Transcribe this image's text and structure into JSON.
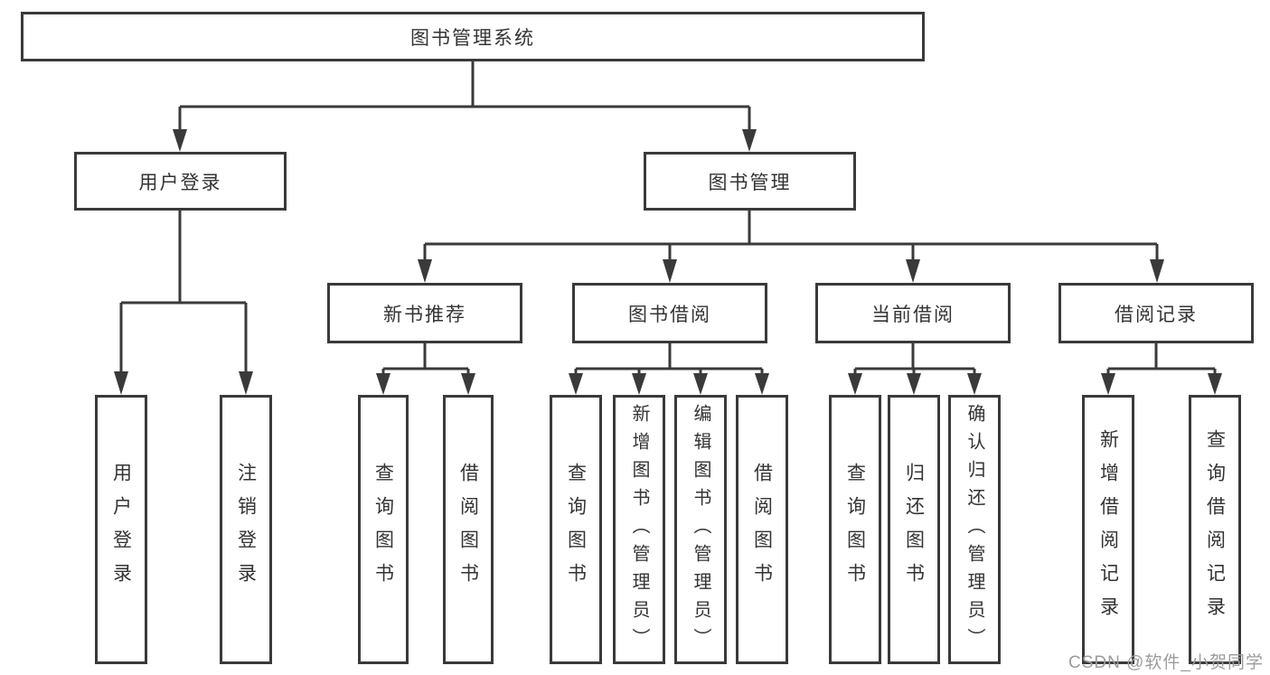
{
  "diagram": {
    "title_root": "图书管理系统",
    "level2": [
      {
        "label": "用户登录"
      },
      {
        "label": "图书管理"
      }
    ],
    "level3": [
      {
        "label": "新书推荐"
      },
      {
        "label": "图书借阅"
      },
      {
        "label": "当前借阅"
      },
      {
        "label": "借阅记录"
      }
    ],
    "leaves": {
      "user_login": [
        "用户登录",
        "注销登录"
      ],
      "new_book_recommend": [
        "查询图书",
        "借阅图书"
      ],
      "book_borrow": [
        "查询图书",
        "新增图书（管理员）",
        "编辑图书（管理员）",
        "借阅图书"
      ],
      "current_borrow": [
        "查询图书",
        "归还图书",
        "确认归还（管理员）"
      ],
      "borrow_record": [
        "新增借阅记录",
        "查询借阅记录"
      ]
    }
  },
  "watermark": {
    "text": "CSDN @软件_小贺同学"
  },
  "colors": {
    "line": "#3a3a3a",
    "text": "#333333",
    "background": "#ffffff",
    "watermark": "#9c9c9c"
  }
}
